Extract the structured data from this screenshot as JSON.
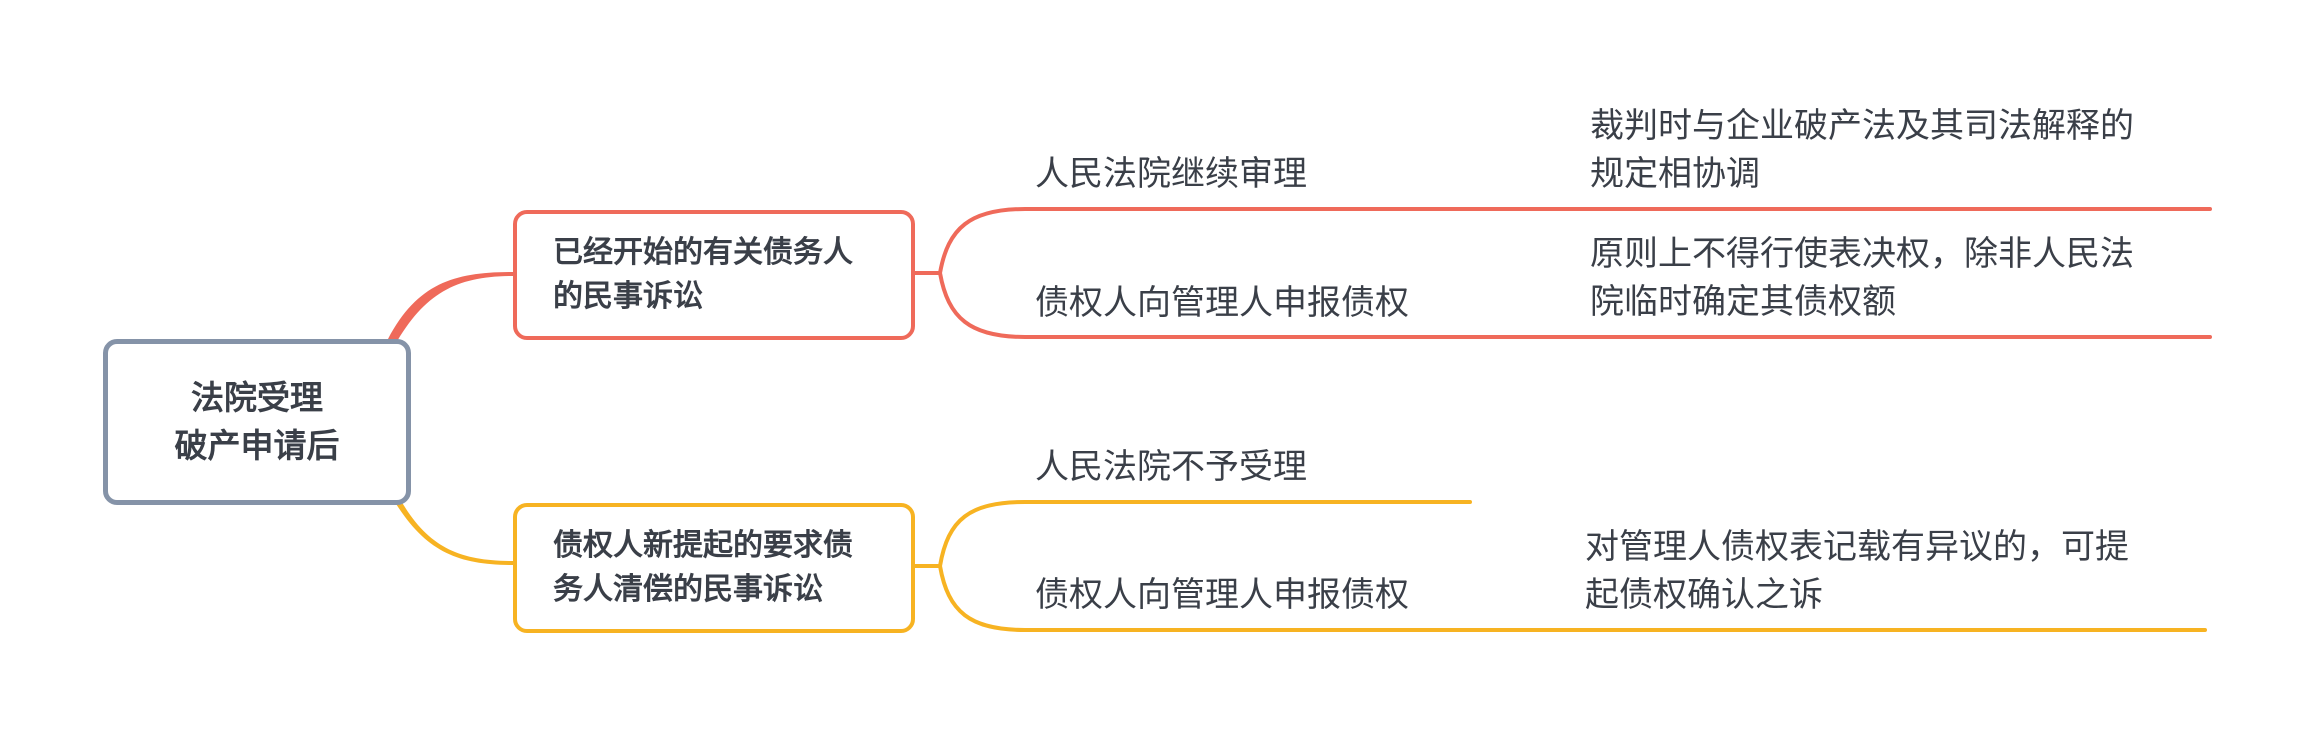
{
  "root": {
    "line1": "法院受理",
    "line2": "破产申请后"
  },
  "branches": [
    {
      "line1": "已经开始的有关债务人",
      "line2": "的民事诉讼",
      "color": "#ef6a5a",
      "children": [
        {
          "label": "人民法院继续审理",
          "detail_line1": "裁判时与企业破产法及其司法解释的",
          "detail_line2": "规定相协调"
        },
        {
          "label": "债权人向管理人申报债权",
          "detail_line1": "原则上不得行使表决权，除非人民法",
          "detail_line2": "院临时确定其债权额"
        }
      ]
    },
    {
      "line1": "债权人新提起的要求债",
      "line2": "务人清偿的民事诉讼",
      "color": "#f7b322",
      "children": [
        {
          "label": "人民法院不予受理"
        },
        {
          "label": "债权人向管理人申报债权",
          "detail_line1": "对管理人债权表记载有异议的，可提",
          "detail_line2": "起债权确认之诉"
        }
      ]
    }
  ],
  "colors": {
    "root_border": "#8593a8",
    "red_branch": "#ef6a5a",
    "yellow_branch": "#f7b322",
    "text": "#3a3f48"
  }
}
